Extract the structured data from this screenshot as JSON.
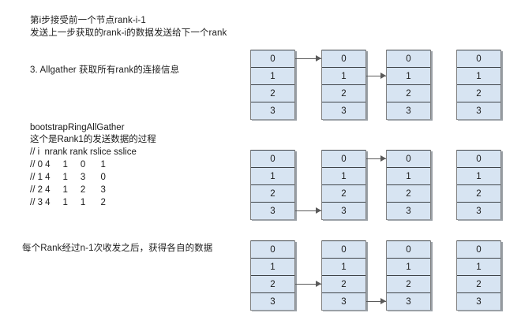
{
  "page": {
    "background": "#ffffff",
    "cell_fill": "#d7e4f2",
    "cell_border": "#3f4449",
    "arrow_color": "#5a5a5a"
  },
  "annotations": {
    "top_note_line1": "第i步接受前一个节点rank-i-1",
    "top_note_line2": "发送上一步获取的rank-i的数据发送给下一个rank",
    "step_title": "3. Allgather 获取所有rank的连接信息",
    "func_name": "bootstrapRingAllGather",
    "func_desc": "这个是Rank1的发送数据的过程",
    "code_header": "// i  nrank rank rslice sslice",
    "code_rows": [
      "// 0 4     1     0      1",
      "// 1 4     1     3      0",
      "// 2 4     1     2      3",
      "// 3 4     1     1      2"
    ],
    "bottom_note": "每个Rank经过n-1次收发之后，获得各自的数据"
  },
  "ring_groups": [
    {
      "id": "allgather-step-1",
      "columns": [
        {
          "id": "rank-0",
          "cells": [
            "0",
            "1",
            "2",
            "3"
          ]
        },
        {
          "id": "rank-1",
          "cells": [
            "0",
            "1",
            "2",
            "3"
          ]
        },
        {
          "id": "rank-2",
          "cells": [
            "0",
            "1",
            "2",
            "3"
          ]
        },
        {
          "id": "rank-3",
          "cells": [
            "0",
            "1",
            "2",
            "3"
          ]
        }
      ],
      "arrows": [
        {
          "from_col": 0,
          "from_row": 0,
          "to_col": 1,
          "to_row": 0
        },
        {
          "from_col": 1,
          "from_row": 1,
          "to_col": 2,
          "to_row": 1
        }
      ]
    },
    {
      "id": "allgather-step-2",
      "columns": [
        {
          "id": "rank-0",
          "cells": [
            "0",
            "1",
            "2",
            "3"
          ]
        },
        {
          "id": "rank-1",
          "cells": [
            "0",
            "1",
            "2",
            "3"
          ]
        },
        {
          "id": "rank-2",
          "cells": [
            "0",
            "1",
            "2",
            "3"
          ]
        },
        {
          "id": "rank-3",
          "cells": [
            "0",
            "1",
            "2",
            "3"
          ]
        }
      ],
      "arrows": [
        {
          "from_col": 0,
          "from_row": 3,
          "to_col": 1,
          "to_row": 3
        },
        {
          "from_col": 1,
          "from_row": 0,
          "to_col": 2,
          "to_row": 0
        }
      ]
    },
    {
      "id": "allgather-step-3",
      "columns": [
        {
          "id": "rank-0",
          "cells": [
            "0",
            "1",
            "2",
            "3"
          ]
        },
        {
          "id": "rank-1",
          "cells": [
            "0",
            "1",
            "2",
            "3"
          ]
        },
        {
          "id": "rank-2",
          "cells": [
            "0",
            "1",
            "2",
            "3"
          ]
        },
        {
          "id": "rank-3",
          "cells": [
            "0",
            "1",
            "2",
            "3"
          ]
        }
      ],
      "arrows": [
        {
          "from_col": 0,
          "from_row": 2,
          "to_col": 1,
          "to_row": 2
        },
        {
          "from_col": 1,
          "from_row": 3,
          "to_col": 2,
          "to_row": 3
        }
      ]
    }
  ]
}
